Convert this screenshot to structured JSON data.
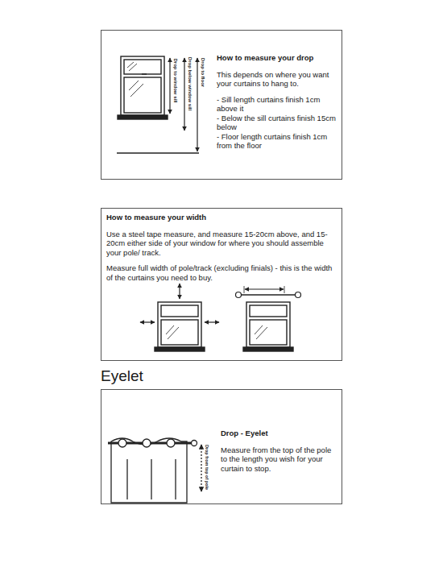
{
  "diagram": {
    "nodes": [
      {
        "text": [
          "How to measure your drop",
          "This depends on where you want your curtains to hang to.",
          "- Sill length curtains finish 1cm above it",
          "- Below the sill curtains finish 15cm below",
          "- Floor length curtains finish 1cm from the floor"
        ]
      },
      {
        "text": [
          "How to measure your width",
          "Use a steel tape measure, and measure 15-20cm above, and 15-20cm either side of your window for where you should assemble your pole/ track.",
          "Measure full width of pole/track (excluding finials) - this is the width of the curtains you need to buy."
        ]
      },
      {
        "text": [
          "Drop - Eyelet",
          "Measure from the top of the pole to the length you wish for your curtain to stop."
        ]
      }
    ],
    "labels": [
      "Drop to window sill",
      "Drop below window sill",
      "Drop to floor",
      "Eyelet",
      "Drop from top of pole"
    ]
  }
}
